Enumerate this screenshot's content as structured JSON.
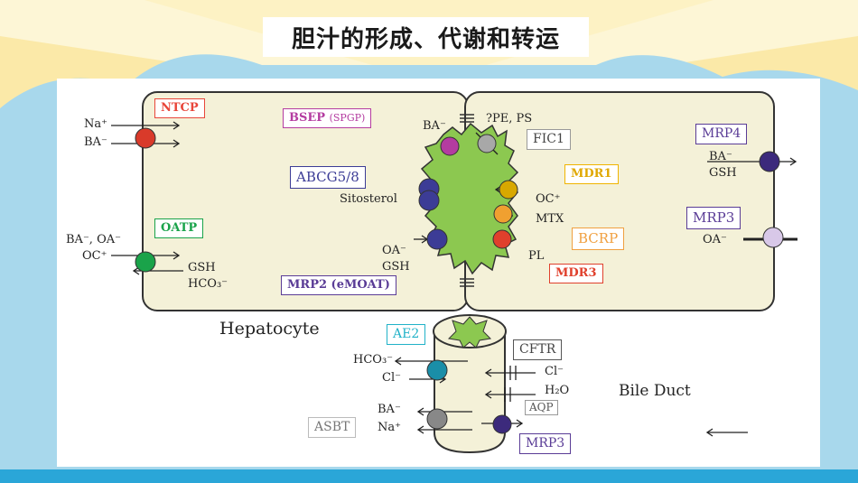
{
  "slide": {
    "title": "胆汁的形成、代谢和转运"
  },
  "boxes": {
    "ntcp": "NTCP",
    "bsep": "BSEP",
    "bsep_sub": "(SPGP)",
    "abcg": "ABCG5/8",
    "oatp": "OATP",
    "mrp2": "MRP2 (eMOAT)",
    "fic1": "FIC1",
    "mdr1": "MDR1",
    "bcrp": "BCRP",
    "mdr3": "MDR3",
    "mrp4": "MRP4",
    "mrp3": "MRP3",
    "ae2": "AE2",
    "cftr": "CFTR",
    "aqp": "AQP",
    "asbt": "ASBT",
    "mrp3_duct": "MRP3"
  },
  "labels": {
    "na": "Na⁺",
    "ba": "BA⁻",
    "ba_oa": "BA⁻, OA⁻",
    "oc_left": "OC⁺",
    "gsh": "GSH",
    "hco3": "HCO₃⁻",
    "ba_canal": "BA⁻",
    "pe_ps": "?PE, PS",
    "sitosterol": "Sitosterol",
    "oa_canal": "OA⁻",
    "gsh_canal": "GSH",
    "oc_canal": "OC⁺",
    "mtx": "MTX",
    "pl": "PL",
    "ba_mrp4": "BA⁻",
    "gsh_mrp4": "GSH",
    "oa_mrp3": "OA⁻",
    "hepatocyte": "Hepatocyte",
    "hco3_duct": "HCO₃⁻",
    "cl_duct": "Cl⁻",
    "cl_cftr": "Cl⁻",
    "h2o": "H₂O",
    "ba_duct": "BA⁻",
    "na_duct": "Na⁺",
    "bile_duct": "Bile Duct"
  },
  "colors": {
    "ntcp": "#e8463a",
    "bsep": "#b43ca0",
    "abcg": "#3c3c96",
    "oatp": "#1aa34a",
    "mrp2": "#5a3c96",
    "fic1": "#8c8c8c",
    "mdr1": "#f0b400",
    "bcrp": "#f0a040",
    "mdr3": "#e0402c",
    "mrp4": "#5a3c96",
    "mrp3": "#5a3c96",
    "ae2": "#21b2c8",
    "cftr": "#555555",
    "aqp": "#777777",
    "asbt": "#999999",
    "cell_fill": "#f4f1d8",
    "canal_fill": "#8cc850"
  }
}
